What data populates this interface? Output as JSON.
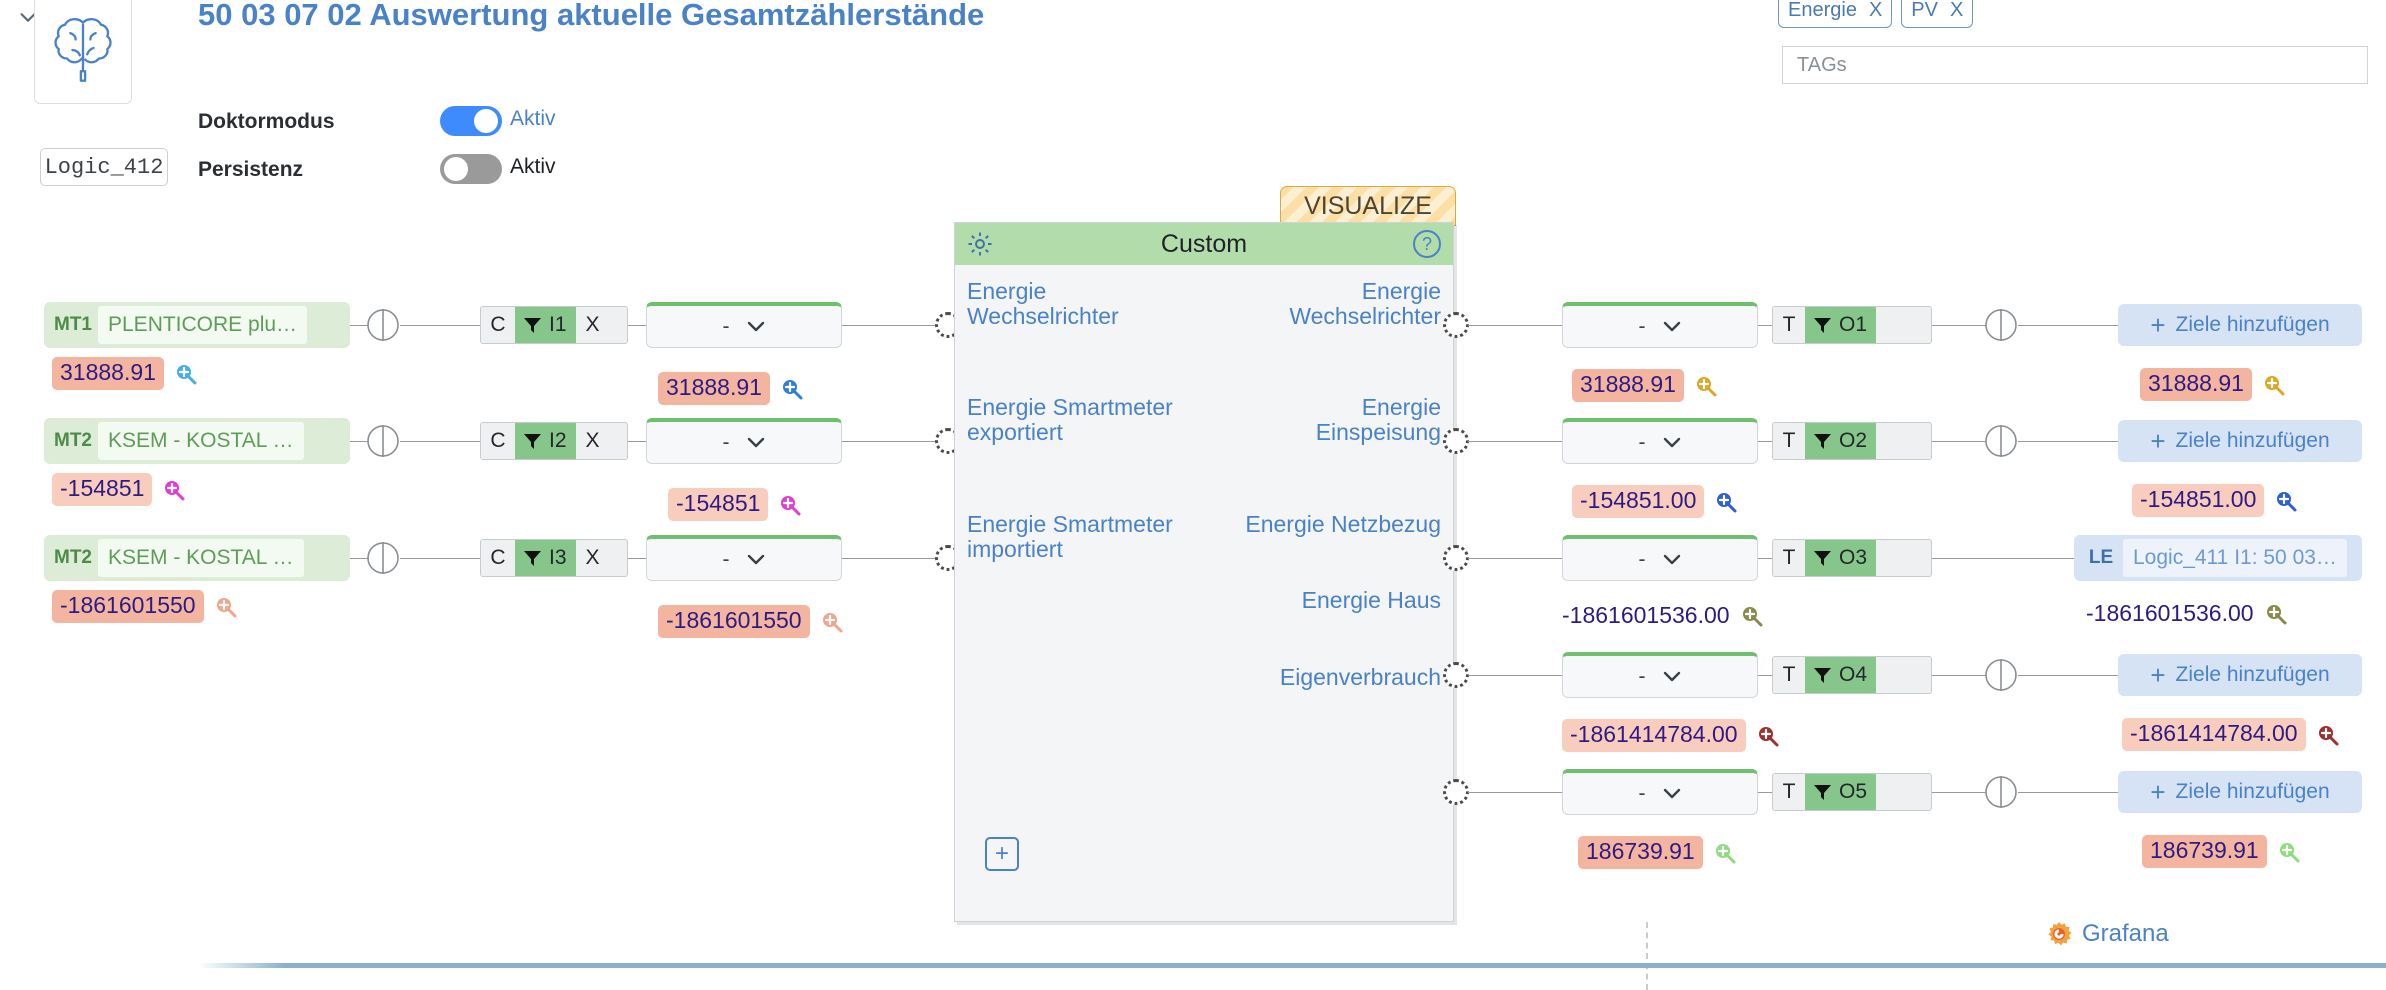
{
  "header": {
    "title": "50 03 07 02 Auswertung aktuelle Gesamtzählerstände",
    "node_id": "Logic_412",
    "brain_icon": "brain-icon",
    "chevron_icon": "chevron-down-icon",
    "switches": [
      {
        "label": "Doktormodus",
        "state_label": "Aktiv",
        "on": true,
        "color": "#3d8bfd"
      },
      {
        "label": "Persistenz",
        "state_label": "Aktiv",
        "on": false,
        "color": "#9a9a9a"
      }
    ]
  },
  "tags": {
    "chips": [
      {
        "label": "Energie",
        "remove": "X"
      },
      {
        "label": "PV",
        "remove": "X"
      }
    ],
    "input_placeholder": "TAGs"
  },
  "inputs": [
    {
      "badge": "MT1",
      "source": "PLENTICORE plu…",
      "chip": {
        "left": "C",
        "filter_icon": "filter-icon",
        "port": "I1",
        "right": "X"
      },
      "select_value": "-",
      "source_value": "31888.91",
      "select_value_readout": "31888.91",
      "source_mag_color": "#49aee0",
      "select_mag_color": "#2f7fd4",
      "pill_tone": "strong"
    },
    {
      "badge": "MT2",
      "source": "KSEM - KOSTAL …",
      "chip": {
        "left": "C",
        "filter_icon": "filter-icon",
        "port": "I2",
        "right": "X"
      },
      "select_value": "-",
      "source_value": "-154851",
      "select_value_readout": "-154851",
      "source_mag_color": "#e23fd0",
      "select_mag_color": "#e23fd0",
      "pill_tone": "light"
    },
    {
      "badge": "MT2",
      "source": "KSEM - KOSTAL …",
      "chip": {
        "left": "C",
        "filter_icon": "filter-icon",
        "port": "I3",
        "right": "X"
      },
      "select_value": "-",
      "source_value": "-1861601550",
      "select_value_readout": "-1861601550",
      "source_mag_color": "#f0a58c",
      "select_mag_color": "#f0a58c",
      "pill_tone": "strong"
    }
  ],
  "node": {
    "tab_label": "VISUALIZE",
    "title": "Custom",
    "gear_icon": "gear-icon",
    "help_icon": "help-icon",
    "add_icon": "plus-icon",
    "inputs": [
      {
        "label": "Energie Wechselrichter"
      },
      {
        "label": "Energie Smartmeter exportiert"
      },
      {
        "label": "Energie Smartmeter importiert"
      }
    ],
    "outputs": [
      {
        "label": "Energie Wechselrichter"
      },
      {
        "label": "Energie Einspeisung"
      },
      {
        "label": "Energie Netzbezug"
      },
      {
        "label": "Energie Haus"
      },
      {
        "label": "Eigenverbrauch"
      }
    ]
  },
  "outputs": [
    {
      "select_value": "-",
      "select_value_readout": "31888.91",
      "select_mag_color": "#d9a829",
      "chip": {
        "left": "T",
        "filter_icon": "filter-icon",
        "port": "O1"
      },
      "target": {
        "type": "button",
        "label": "Ziele hinzufügen",
        "plus": "+"
      },
      "target_value": "31888.91",
      "target_mag_color": "#d9a829",
      "pill_tone": "strong",
      "target_pill_tone": "strong"
    },
    {
      "select_value": "-",
      "select_value_readout": "-154851.00",
      "select_mag_color": "#2f5fd4",
      "chip": {
        "left": "T",
        "filter_icon": "filter-icon",
        "port": "O2"
      },
      "target": {
        "type": "button",
        "label": "Ziele hinzufügen",
        "plus": "+"
      },
      "target_value": "-154851.00",
      "target_mag_color": "#2f5fd4",
      "pill_tone": "light",
      "target_pill_tone": "light"
    },
    {
      "select_value": "-",
      "select_value_readout": "-1861601536.00",
      "select_mag_color": "#8a8a4a",
      "chip": {
        "left": "T",
        "filter_icon": "filter-icon",
        "port": "O3"
      },
      "target": {
        "type": "logic",
        "badge": "LE",
        "label": "Logic_411 I1: 50 03…"
      },
      "target_value": "-1861601536.00",
      "target_mag_color": "#8a8a4a",
      "pill_tone": "none",
      "target_pill_tone": "none"
    },
    {
      "select_value": "-",
      "select_value_readout": "-1861414784.00",
      "select_mag_color": "#9e3030",
      "chip": {
        "left": "T",
        "filter_icon": "filter-icon",
        "port": "O4"
      },
      "target": {
        "type": "button",
        "label": "Ziele hinzufügen",
        "plus": "+"
      },
      "target_value": "-1861414784.00",
      "target_mag_color": "#9e3030",
      "pill_tone": "light",
      "target_pill_tone": "light"
    },
    {
      "select_value": "-",
      "select_value_readout": "186739.91",
      "select_mag_color": "#8fdc80",
      "chip": {
        "left": "T",
        "filter_icon": "filter-icon",
        "port": "O5"
      },
      "target": {
        "type": "button",
        "label": "Ziele hinzufügen",
        "plus": "+"
      },
      "target_value": "186739.91",
      "target_mag_color": "#8fdc80",
      "pill_tone": "strong",
      "target_pill_tone": "strong"
    }
  ],
  "footer": {
    "grafana_label": "Grafana",
    "grafana_icon": "grafana-icon"
  },
  "colors": {
    "accent_blue": "#4a82c8",
    "node_header_green": "#b2dcaa",
    "source_green": "#dcecd7",
    "pill_orange": "#f4b5a0",
    "value_purple": "#2d1b82"
  }
}
